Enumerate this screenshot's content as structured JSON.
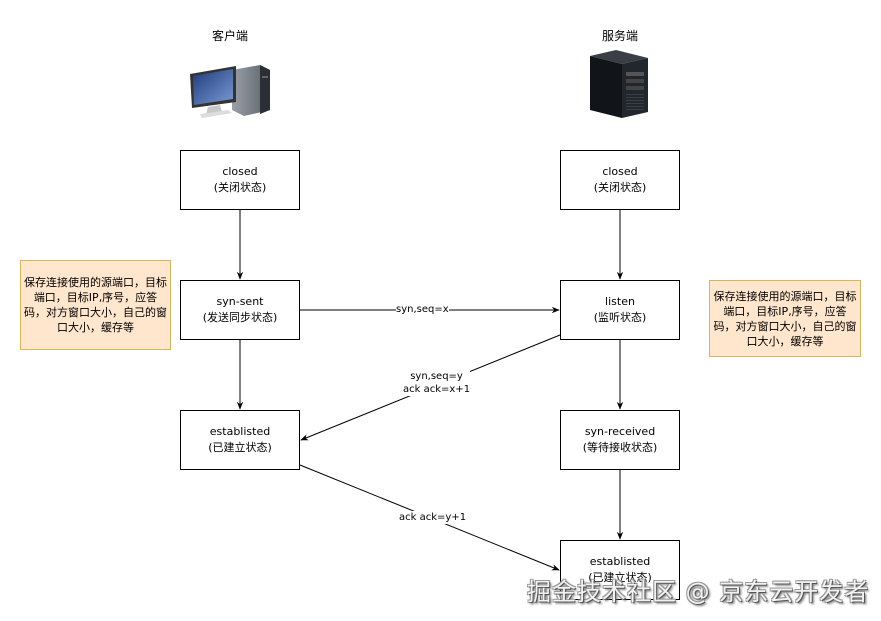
{
  "client": {
    "title": "客户端",
    "icon": "desktop-computer-icon",
    "states": [
      {
        "name": "closed",
        "desc": "(关闭状态)"
      },
      {
        "name": "syn-sent",
        "desc": "(发送同步状态)"
      },
      {
        "name": "establisted",
        "desc": "(已建立状态)"
      }
    ],
    "note": "保存连接使用的源端口，目标端口，目标IP,序号，应答码，对方窗口大小，自己的窗口大小，缓存等"
  },
  "server": {
    "title": "服务端",
    "icon": "server-tower-icon",
    "states": [
      {
        "name": "closed",
        "desc": "(关闭状态)"
      },
      {
        "name": "listen",
        "desc": "(监听状态)"
      },
      {
        "name": "syn-received",
        "desc": "(等待接收状态)"
      },
      {
        "name": "establisted",
        "desc": "(已建立状态)"
      }
    ],
    "note": "保存连接使用的源端口，目标端口，目标IP,序号，应答码，对方窗口大小，自己的窗口大小，缓存等"
  },
  "messages": [
    {
      "from": "client.syn-sent",
      "to": "server.listen",
      "label_lines": [
        "syn,seq=x"
      ]
    },
    {
      "from": "server.listen",
      "to": "client.establisted",
      "label_lines": [
        "syn,seq=y",
        "ack ack=x+1"
      ]
    },
    {
      "from": "client.establisted",
      "to": "server.establisted",
      "label_lines": [
        "ack ack=y+1"
      ]
    }
  ],
  "colors": {
    "note_fill": "#ffe6cc",
    "note_border": "#d6b656",
    "line": "#000000"
  },
  "watermark": "掘金技术社区 @ 京东云开发者"
}
